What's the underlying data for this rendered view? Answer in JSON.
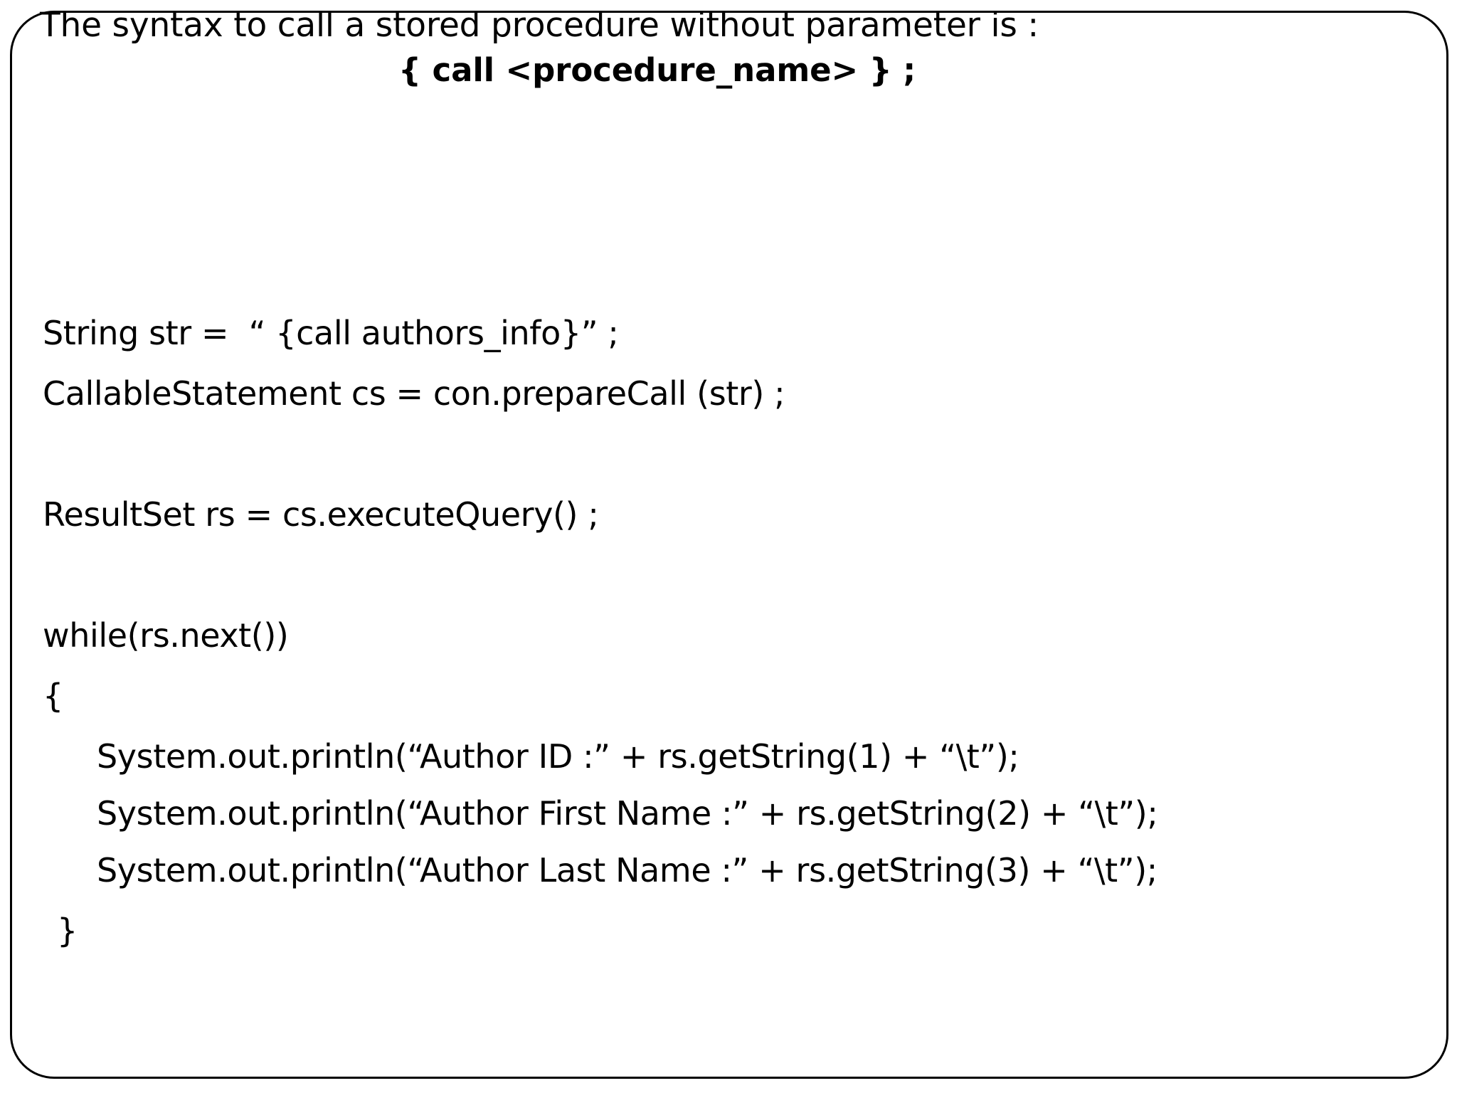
{
  "slide": {
    "background_color": "#ffffff",
    "text_color": "#000000",
    "border_color": "#000000",
    "intro_text": "The syntax to call a stored procedure without parameter is :",
    "syntax_line": "{ call <procedure_name> } ;",
    "code_lines": [
      {
        "id": "line-1",
        "text": "String str =  “ {call authors_info}” ;",
        "indent": "none"
      },
      {
        "id": "line-2",
        "text": "CallableStatement cs = con.prepareCall (str) ;",
        "indent": "none"
      },
      {
        "id": "line-3",
        "text": "ResultSet rs = cs.executeQuery() ;",
        "indent": "none"
      },
      {
        "id": "line-4",
        "text": "while(rs.next())",
        "indent": "none"
      },
      {
        "id": "line-5",
        "text": "{",
        "indent": "none"
      },
      {
        "id": "line-6",
        "text": "System.out.println(“Author ID :” + rs.getString(1) + “\\t”);",
        "indent": "one"
      },
      {
        "id": "line-7",
        "text": "System.out.println(“Author First Name :” + rs.getString(2) + “\\t”);",
        "indent": "one"
      },
      {
        "id": "line-8",
        "text": "System.out.println(“Author Last Name :” + rs.getString(3) + “\\t”);",
        "indent": "one"
      },
      {
        "id": "line-9",
        "text": "}",
        "indent": "close"
      }
    ]
  }
}
